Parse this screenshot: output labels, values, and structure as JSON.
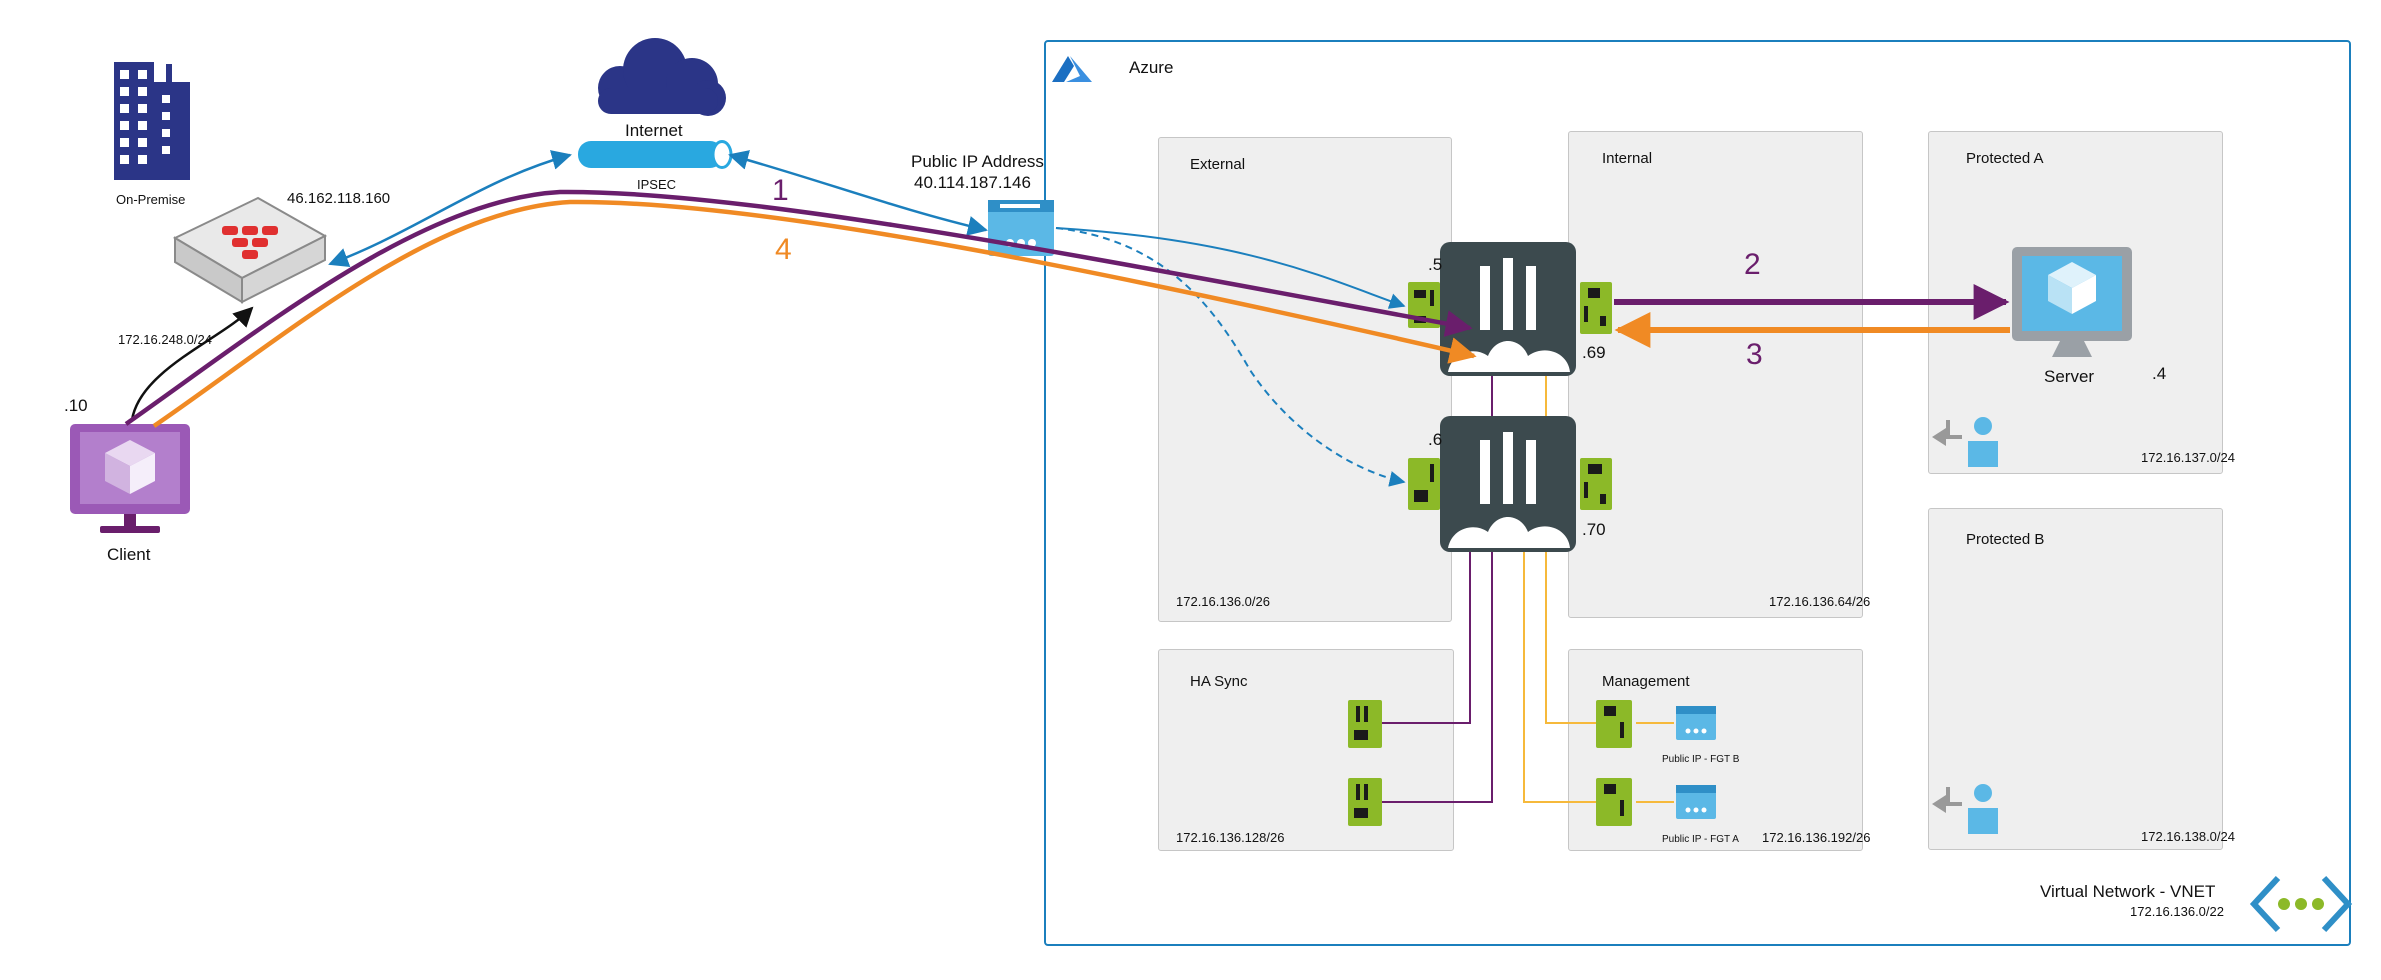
{
  "on_premise": {
    "label": "On-Premise",
    "firewall_public_ip": "46.162.118.160",
    "lan_subnet": "172.16.248.0/24"
  },
  "client": {
    "label": "Client",
    "ip": ".10"
  },
  "internet": {
    "label": "Internet",
    "tunnel_label": "IPSEC"
  },
  "public_ip": {
    "title": "Public IP Address",
    "value": "40.114.187.146"
  },
  "azure": {
    "label": "Azure"
  },
  "subnets": {
    "external": {
      "name": "External",
      "cidr": "172.16.136.0/26"
    },
    "internal": {
      "name": "Internal",
      "cidr": "172.16.136.64/26"
    },
    "protected_a": {
      "name": "Protected A",
      "cidr": "172.16.137.0/24"
    },
    "protected_b": {
      "name": "Protected B",
      "cidr": "172.16.138.0/24"
    },
    "ha_sync": {
      "name": "HA Sync",
      "cidr": "172.16.136.128/26"
    },
    "management": {
      "name": "Management",
      "cidr": "172.16.136.192/26"
    }
  },
  "fortigate_a": {
    "external_ip": ".5",
    "internal_ip": ".69"
  },
  "fortigate_b": {
    "external_ip": ".6",
    "internal_ip": ".70"
  },
  "server": {
    "label": "Server",
    "ip": ".4"
  },
  "mgmt_ips": {
    "fgt_b": "Public IP - FGT B",
    "fgt_a": "Public IP - FGT A"
  },
  "vnet": {
    "label": "Virtual Network - VNET",
    "cidr": "172.16.136.0/22"
  },
  "flow_steps": [
    "1",
    "2",
    "3",
    "4"
  ],
  "colors": {
    "purple": "#6a1e6c",
    "orange": "#f08a24",
    "blue": "#1b7fbd",
    "azure_border": "#1b7fbd",
    "fortigate": "#3c4a4e",
    "nic_green": "#8cb928",
    "mgmt_yellow": "#f6b93b",
    "building": "#2b3587",
    "cloud": "#2b3587",
    "client_purple": "#9b59b6"
  }
}
